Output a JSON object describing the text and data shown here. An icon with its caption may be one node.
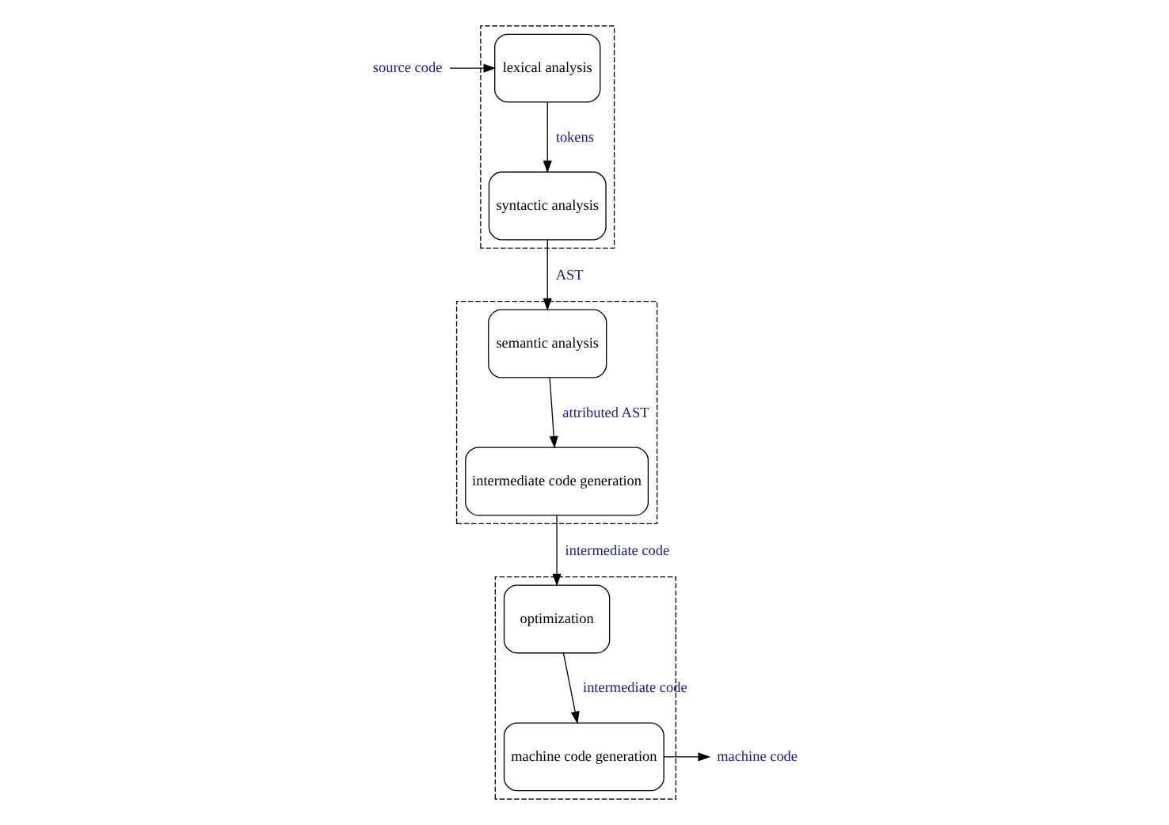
{
  "diagram": {
    "nodes": [
      {
        "text": [
          "source code"
        ]
      },
      {
        "text": [],
        "shape": "box"
      },
      {
        "text": [
          "lexical analysis"
        ],
        "in": 1
      },
      {
        "text": [
          "syntactic analysis"
        ],
        "in": 1
      },
      {
        "text": [],
        "shape": "box"
      },
      {
        "text": [
          "semantic analysis"
        ],
        "in": 4
      },
      {
        "text": [
          "intermediate code generation"
        ],
        "in": 4
      },
      {
        "text": [],
        "shape": "box"
      },
      {
        "text": [
          "optimization"
        ],
        "in": 7
      },
      {
        "text": [
          "machine code generation"
        ],
        "in": 7
      },
      {
        "text": [
          "machine code"
        ]
      }
    ],
    "edges": [
      {
        "from": 0,
        "to": 2,
        "arrow": "to"
      },
      {
        "from": 2,
        "to": 3,
        "arrow": "to",
        "label": "tokens"
      },
      {
        "from": 3,
        "to": 5,
        "arrow": "to",
        "label": "AST"
      },
      {
        "from": 5,
        "to": 6,
        "arrow": "to",
        "label": "attributed AST"
      },
      {
        "from": 6,
        "to": 8,
        "arrow": "to",
        "label": "intermediate code"
      },
      {
        "from": 8,
        "to": 9,
        "arrow": "to",
        "label": "intermediate code"
      },
      {
        "from": 9,
        "to": 10,
        "arrow": "to"
      }
    ]
  }
}
